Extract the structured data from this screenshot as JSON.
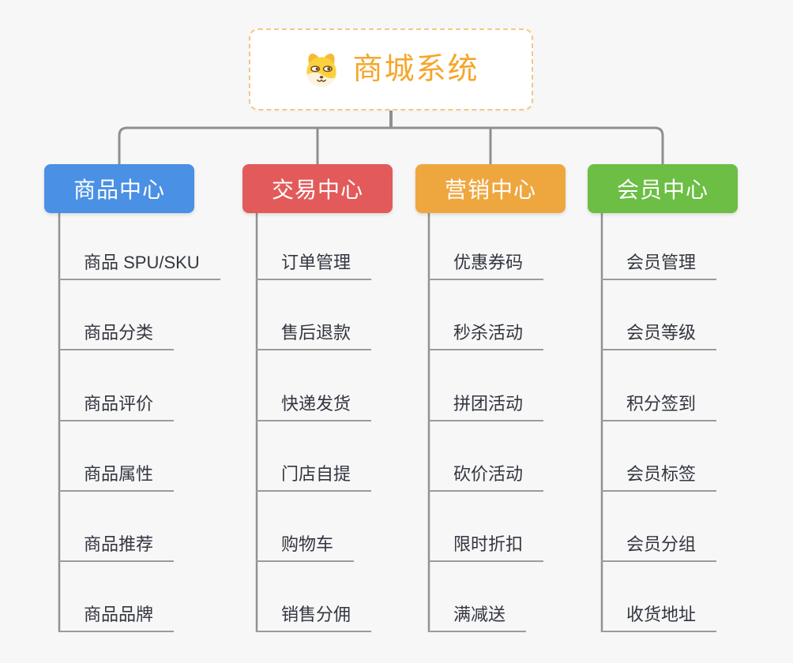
{
  "canvas": {
    "background_color": "#F7F7F7",
    "connector_color": "#8F8F8F"
  },
  "root": {
    "title": "商城系统",
    "icon": "doge-face-icon",
    "title_color": "#F5A62B",
    "border_color": "#F3C788"
  },
  "branches": [
    {
      "label": "商品中心",
      "color": "#4A90E4",
      "items": [
        "商品 SPU/SKU",
        "商品分类",
        "商品评价",
        "商品属性",
        "商品推荐",
        "商品品牌"
      ]
    },
    {
      "label": "交易中心",
      "color": "#E25A5A",
      "items": [
        "订单管理",
        "售后退款",
        "快递发货",
        "门店自提",
        "购物车",
        "销售分佣"
      ]
    },
    {
      "label": "营销中心",
      "color": "#EEA73F",
      "items": [
        "优惠券码",
        "秒杀活动",
        "拼团活动",
        "砍价活动",
        "限时折扣",
        "满减送"
      ]
    },
    {
      "label": "会员中心",
      "color": "#6CBE44",
      "items": [
        "会员管理",
        "会员等级",
        "积分签到",
        "会员标签",
        "会员分组",
        "收货地址"
      ]
    }
  ]
}
